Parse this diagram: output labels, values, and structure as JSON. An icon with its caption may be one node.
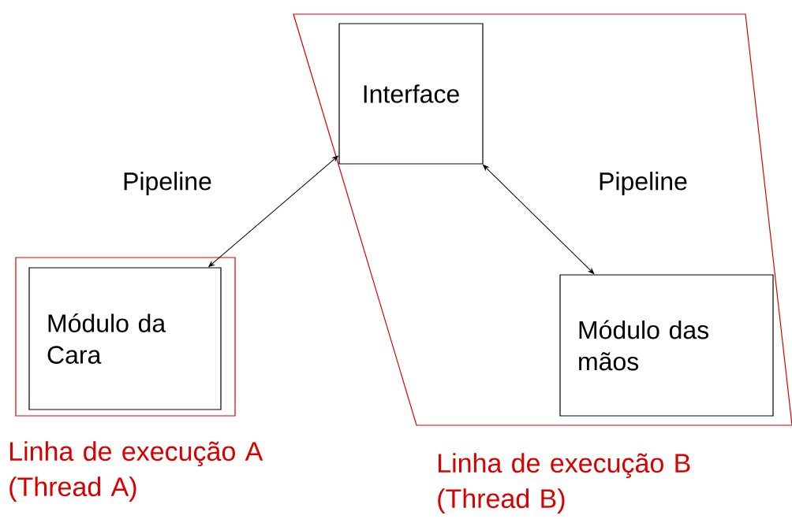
{
  "diagram": {
    "nodes": [
      {
        "text": [
          "Linha de execução A (Thread A)"
        ]
      },
      {
        "text": [
          "Módulo da Cara"
        ],
        "in": 0
      },
      {
        "text": [
          "Linha de execução B (Thread B)"
        ]
      },
      {
        "text": [
          "Interface"
        ],
        "in": 2
      },
      {
        "text": [
          "Módulo das mãos"
        ],
        "in": 2
      }
    ],
    "edges": [
      {
        "from": 1,
        "to": 3,
        "arrow": "both",
        "label": "Pipeline"
      },
      {
        "from": 3,
        "to": 4,
        "arrow": "both",
        "label": "Pipeline"
      }
    ]
  }
}
